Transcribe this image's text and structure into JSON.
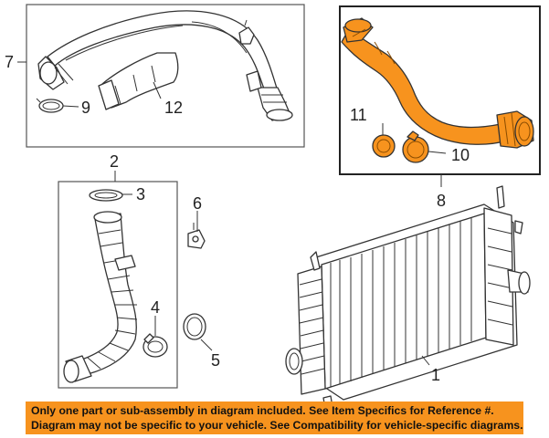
{
  "callouts": {
    "c1": "1",
    "c2": "2",
    "c3": "3",
    "c4": "4",
    "c5": "5",
    "c6": "6",
    "c7": "7",
    "c8": "8",
    "c9": "9",
    "c10": "10",
    "c11": "11",
    "c12": "12"
  },
  "notice": {
    "line1": "Only one part or sub-assembly in diagram included. See Item Specifics for Reference #.",
    "line2": "Diagram may not be specific to your vehicle. See Compatibility for vehicle-specific diagrams."
  },
  "colors": {
    "highlight": "#f7931e",
    "notice_bg": "#f7931e",
    "line": "#333333"
  }
}
